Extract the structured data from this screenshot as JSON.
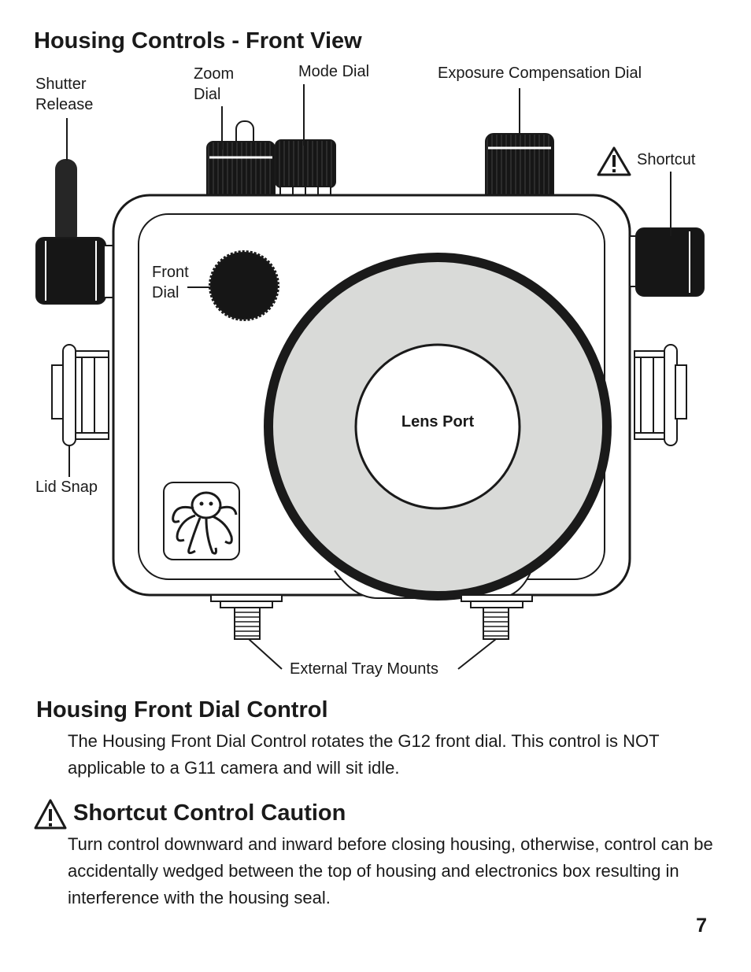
{
  "page_title": "Housing Controls - Front View",
  "labels": {
    "shutter_release": "Shutter\nRelease",
    "zoom_dial": "Zoom\nDial",
    "mode_dial": "Mode Dial",
    "exposure_comp_dial": "Exposure Compensation Dial",
    "shortcut": "Shortcut",
    "front_dial": "Front\nDial",
    "lens_port": "Lens Port",
    "lid_snap": "Lid Snap",
    "external_tray_mounts": "External Tray Mounts"
  },
  "sections": [
    {
      "title": "Housing Front Dial Control",
      "body": "The Housing Front Dial Control rotates the G12 front dial. This control is NOT applicable to a G11 camera and will sit idle."
    },
    {
      "title": "Shortcut Control Caution",
      "body": "Turn control downward and inward before closing housing, otherwise, control can be accidentally wedged between the top of housing and electronics box resulting in interference with the housing seal."
    }
  ],
  "icons": {
    "warning": "warning-triangle-icon",
    "logo": "octopus-logo-icon"
  },
  "colors": {
    "ink": "#1a1a1a",
    "lens_ring": "#d9dad8",
    "knob": "#161616"
  },
  "page_number": "7"
}
